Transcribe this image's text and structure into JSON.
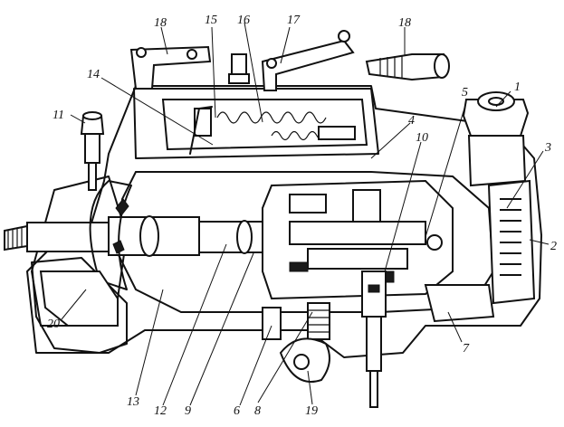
{
  "callouts": [
    {
      "label": "1"
    },
    {
      "label": "2"
    },
    {
      "label": "3"
    },
    {
      "label": "4"
    },
    {
      "label": "5"
    },
    {
      "label": "6"
    },
    {
      "label": "7"
    },
    {
      "label": "8"
    },
    {
      "label": "9"
    },
    {
      "label": "10"
    },
    {
      "label": "11"
    },
    {
      "label": "12"
    },
    {
      "label": "13"
    },
    {
      "label": "14"
    },
    {
      "label": "15"
    },
    {
      "label": "16"
    },
    {
      "label": "17"
    },
    {
      "label": "18"
    },
    {
      "label": "18"
    },
    {
      "label": "19"
    },
    {
      "label": "20"
    }
  ]
}
